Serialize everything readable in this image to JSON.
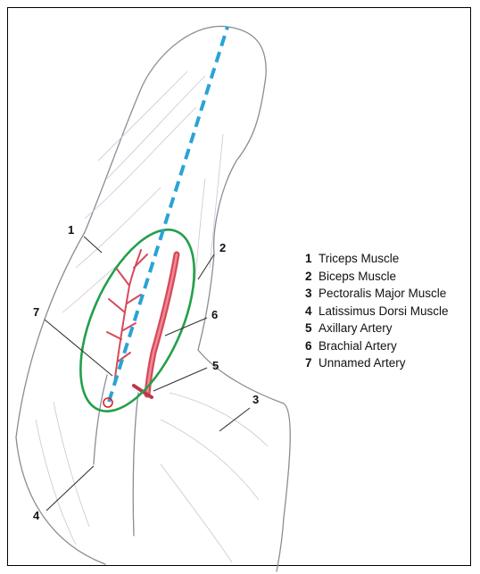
{
  "callouts": [
    "1",
    "2",
    "3",
    "4",
    "5",
    "6",
    "7"
  ],
  "legend": [
    {
      "num": "1",
      "label": "Triceps Muscle"
    },
    {
      "num": "2",
      "label": "Biceps Muscle"
    },
    {
      "num": "3",
      "label": "Pectoralis Major Muscle"
    },
    {
      "num": "4",
      "label": "Latissimus Dorsi Muscle"
    },
    {
      "num": "5",
      "label": "Axillary Artery"
    },
    {
      "num": "6",
      "label": "Brachial Artery"
    },
    {
      "num": "7",
      "label": "Unnamed Artery"
    }
  ],
  "colors": {
    "incision_line": "#2aa3d6",
    "ellipse": "#22a04a",
    "artery": "#d64a5a",
    "marker": "#e0202a",
    "outline": "#8c8c98"
  }
}
